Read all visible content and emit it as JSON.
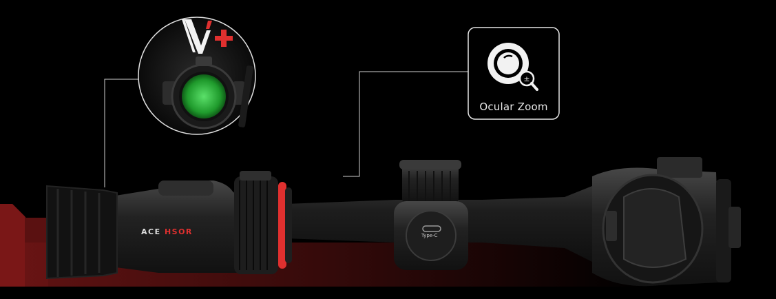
{
  "callouts": {
    "ocular_zoom": {
      "label": "Ocular Zoom",
      "icon": "magnifier-plus-minus-icon",
      "icon_glyph": "±"
    },
    "view_inset": {
      "icon": "v-plus-logo-icon"
    }
  },
  "product": {
    "brand_prefix": "ACE ",
    "brand_accent": "HSOR",
    "port_label": "Type-C"
  },
  "colors": {
    "background": "#000000",
    "accent_red": "#e0302f",
    "reticle_green": "#3fcf4a",
    "backdrop_red": "#6a1414"
  }
}
